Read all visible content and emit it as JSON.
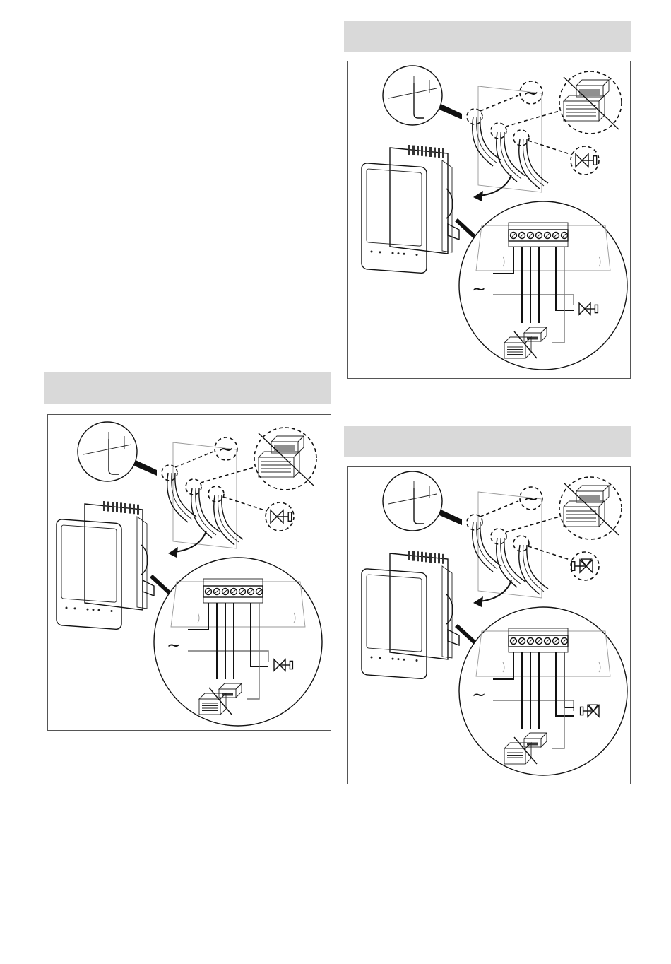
{
  "page": {
    "background": "#ffffff",
    "header_color": "#d9d9d9",
    "border_color": "#555555"
  },
  "figures": [
    {
      "id": "left",
      "supply_symbol": "~",
      "valve_icon": "two-way-valve-icon"
    },
    {
      "id": "top-right",
      "supply_symbol": "~",
      "valve_icon": "two-way-valve-icon"
    },
    {
      "id": "bottom-right",
      "supply_symbol": "~",
      "valve_icon": "three-way-valve-icon"
    }
  ]
}
